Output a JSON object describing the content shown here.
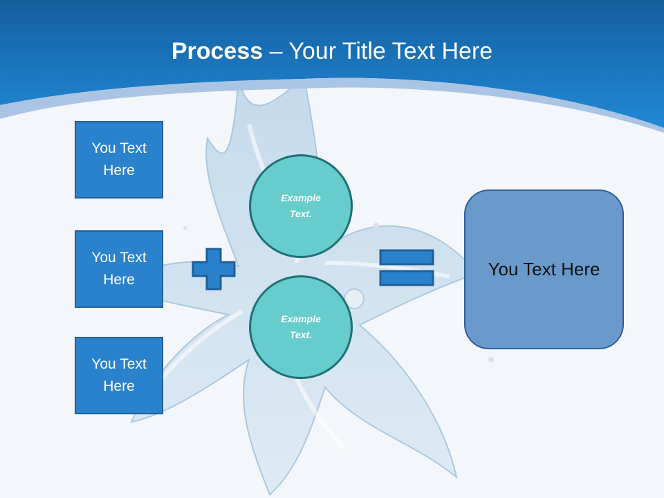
{
  "title": {
    "bold": "Process",
    "rest": " – Your Title Text Here"
  },
  "boxes": [
    {
      "label": "You Text Here"
    },
    {
      "label": "You Text Here"
    },
    {
      "label": "You Text Here"
    }
  ],
  "circles": [
    {
      "label": "Example Text."
    },
    {
      "label": "Example Text."
    }
  ],
  "result": {
    "label": "You Text Here"
  },
  "icons": {
    "plus": "plus-icon",
    "equals": "equals-icon"
  },
  "colors": {
    "header_blue": "#1a6fb8",
    "box_blue": "#2a82cc",
    "circle_teal": "#66cccc",
    "result_blue": "#6a9acc"
  }
}
